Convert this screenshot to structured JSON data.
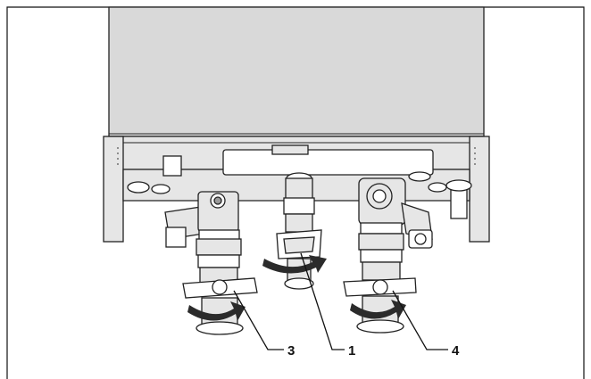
{
  "callouts": {
    "left_valve": "3",
    "center_valve": "1",
    "right_valve": "4"
  },
  "colors": {
    "housing": "#d9d9d9",
    "fittings": "#e6e6e6",
    "arrow": "#2b2b2b"
  }
}
